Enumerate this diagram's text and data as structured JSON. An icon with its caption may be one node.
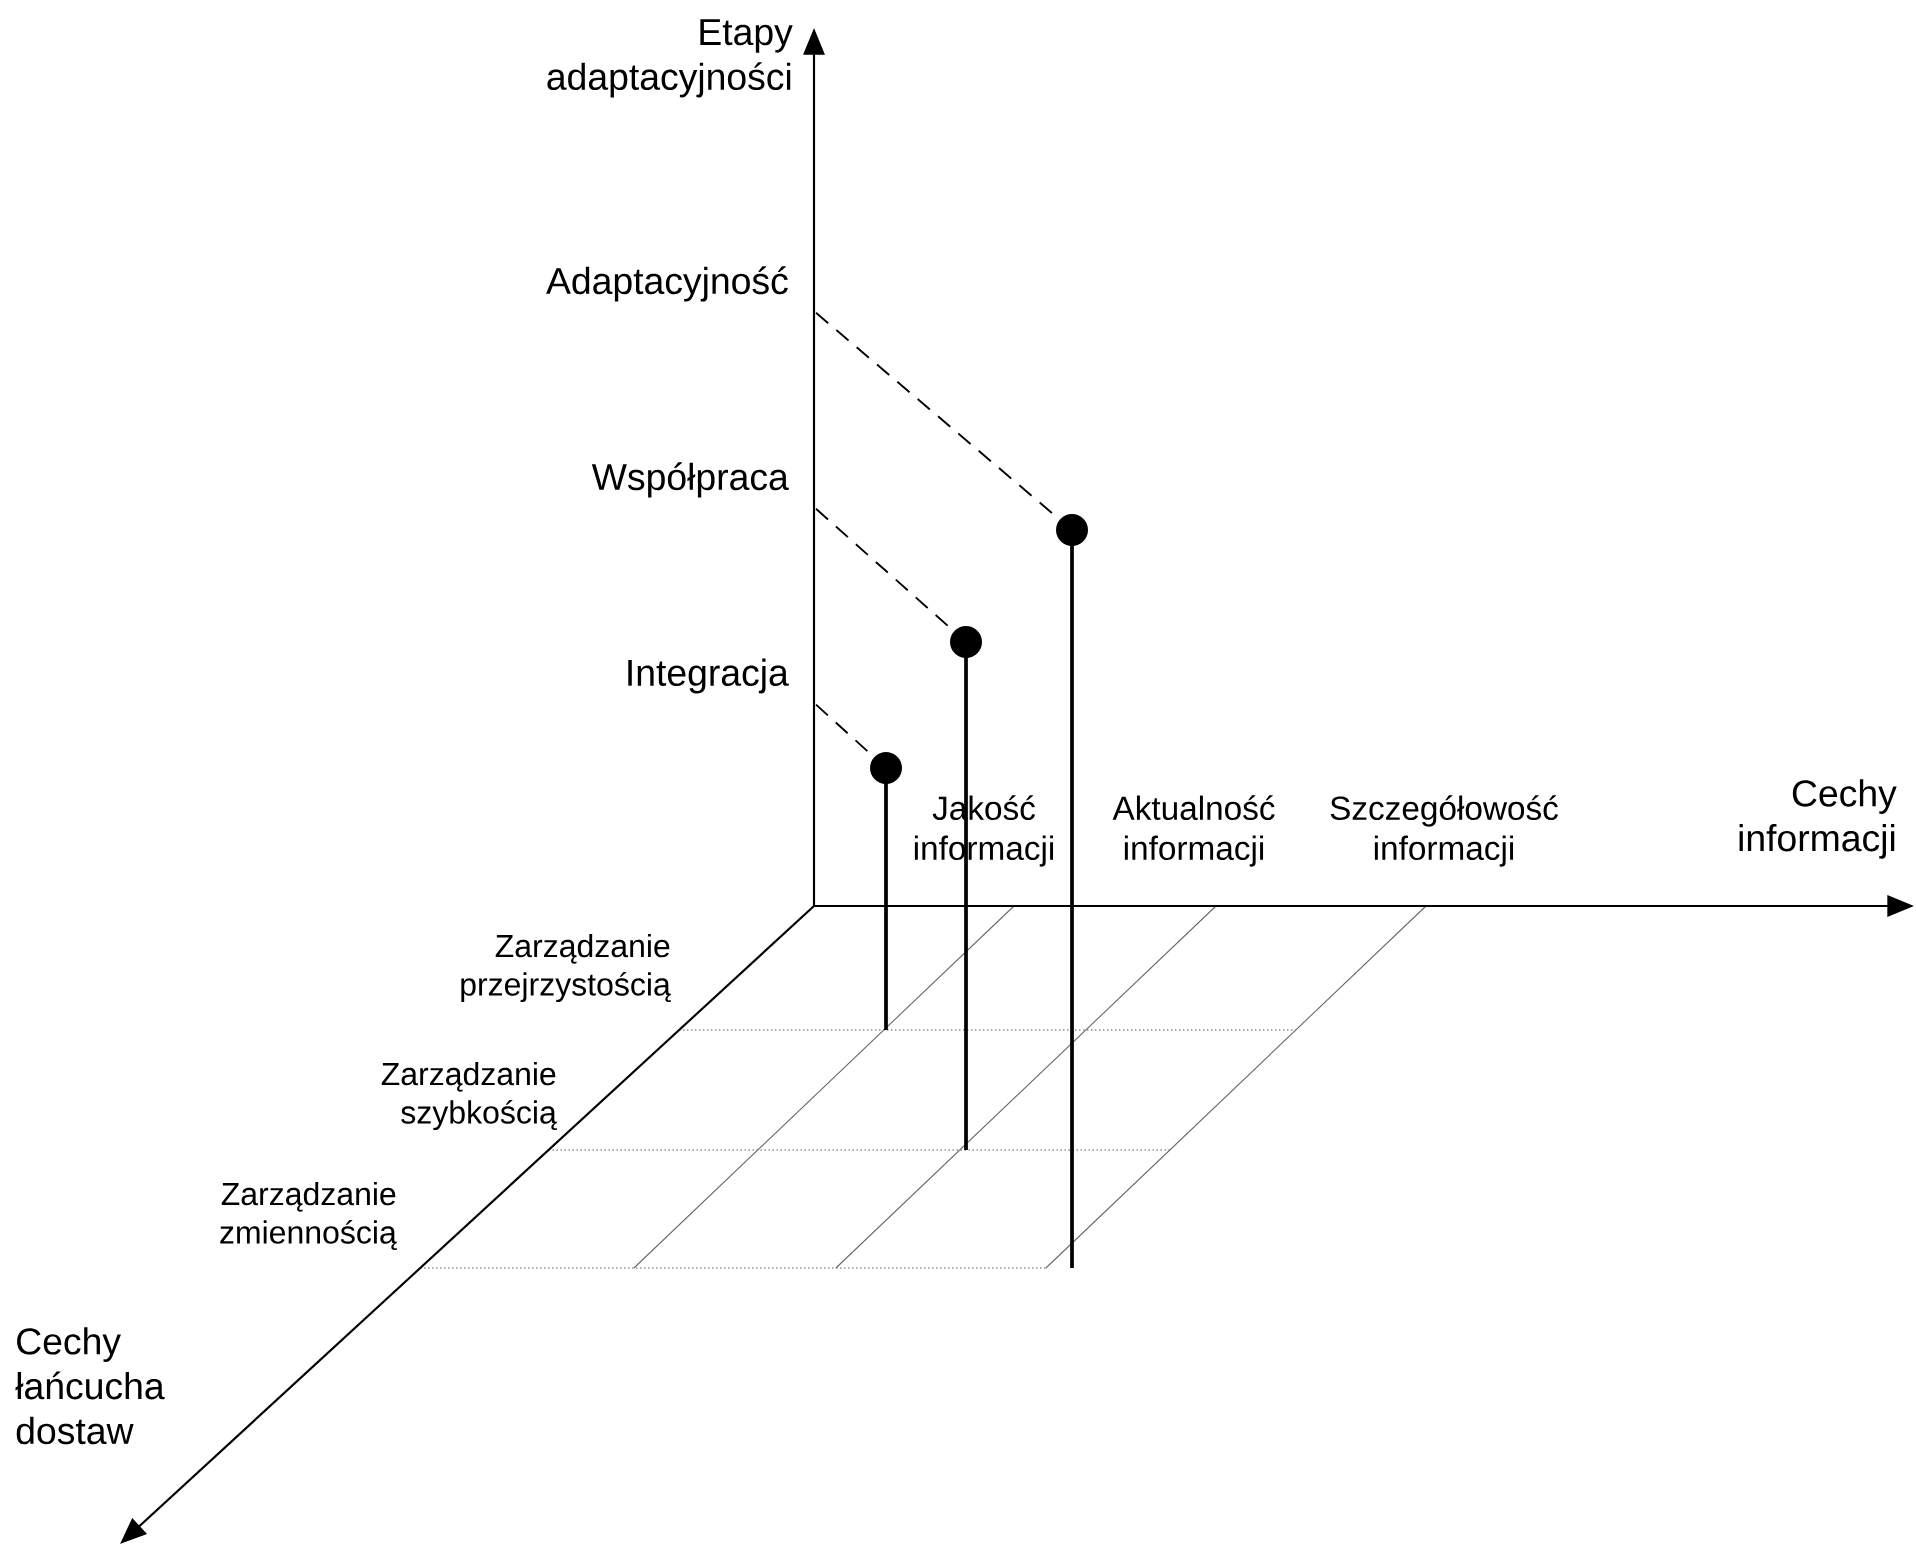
{
  "diagram": {
    "nodes": [
      {
        "text": [
          "Adaptacyjność"
        ]
      },
      {
        "text": [
          "Współpraca"
        ]
      },
      {
        "text": [
          "Integracja"
        ]
      },
      {
        "text": [],
        "shape": "circle"
      },
      {
        "text": [],
        "shape": "circle"
      },
      {
        "text": [],
        "shape": "circle"
      }
    ],
    "edges": [
      {
        "from": 2,
        "to": 3,
        "arrow": "none",
        "style": "dashed"
      },
      {
        "from": 1,
        "to": 4,
        "arrow": "none",
        "style": "dashed"
      },
      {
        "from": 0,
        "to": 5,
        "arrow": "none",
        "style": "dashed"
      }
    ],
    "labels": [
      "Etapy adaptacyjności",
      "Jakość informacji",
      "Aktualność informacji",
      "Szczegółowość informacji",
      "Cechy informacji",
      "Zarządzanie przejrzystością",
      "Zarządzanie szybkością",
      "Zarządzanie zmiennością",
      "Cechy łańcucha dostaw"
    ]
  }
}
